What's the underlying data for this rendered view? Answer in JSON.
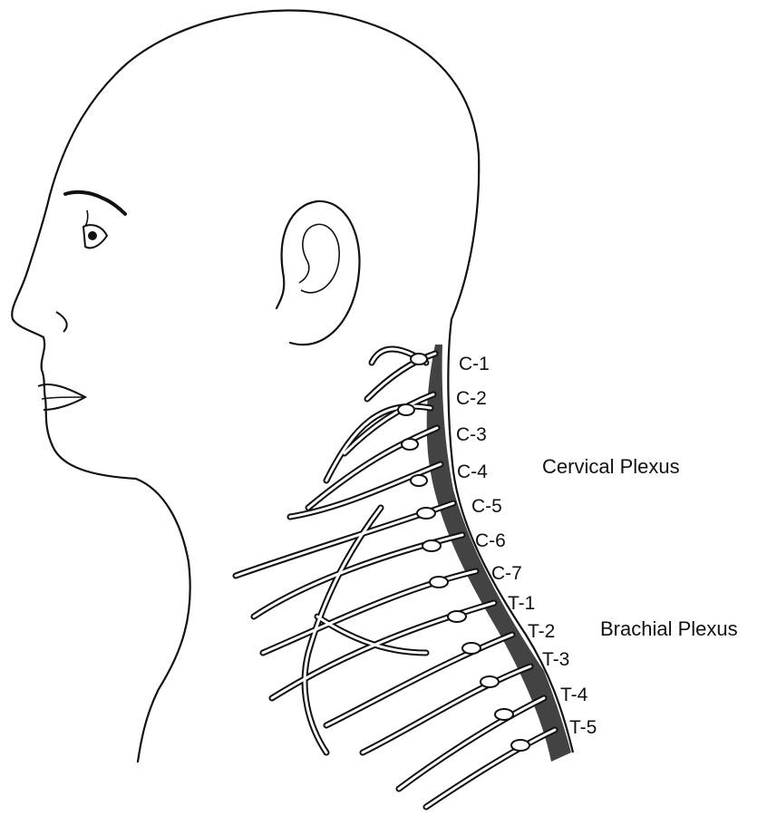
{
  "labels": {
    "nerves": [
      "C-1",
      "C-2",
      "C-3",
      "C-4",
      "C-5",
      "C-6",
      "C-7",
      "T-1",
      "T-2",
      "T-3",
      "T-4",
      "T-5"
    ],
    "cervical_plexus": "Cervical Plexus",
    "brachial_plexus": "Brachial Plexus"
  },
  "colors": {
    "ink": "#111111",
    "background": "#ffffff"
  }
}
